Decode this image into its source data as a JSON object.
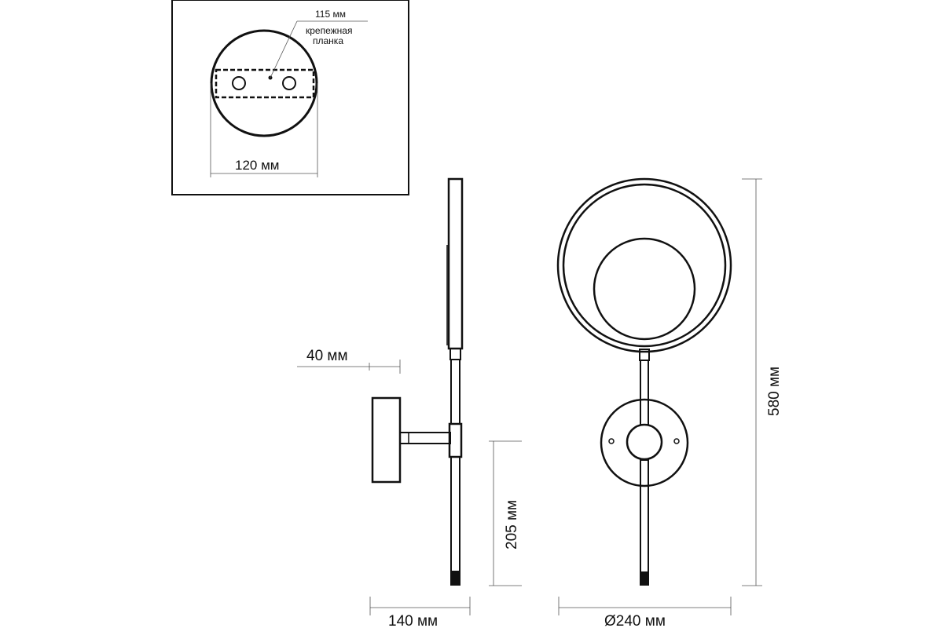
{
  "colors": {
    "ink": "#111111",
    "dimension_line": "#555555",
    "background": "#ffffff"
  },
  "mount_detail": {
    "strip_width_label": "115 мм",
    "strip_name_line1": "крепежная",
    "strip_name_line2": "планка",
    "base_diameter_label": "120 мм"
  },
  "side_view": {
    "offset_label": "40 мм",
    "arm_height_label": "205 мм",
    "depth_label": "140 мм"
  },
  "front_view": {
    "total_height_label": "580 мм",
    "diameter_label": "Ø240 мм"
  }
}
